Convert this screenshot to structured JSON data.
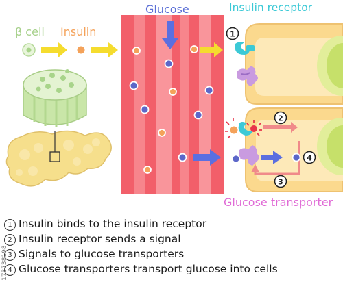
{
  "labels": {
    "beta_cell": "β cell",
    "insulin": "Insulin",
    "glucose": "Glucose",
    "insulin_receptor": "Insulin receptor",
    "glucose_transporter": "Glucose transporter"
  },
  "step_markers": [
    "1",
    "2",
    "3",
    "4"
  ],
  "legend": [
    {
      "num": "1",
      "text": "Insulin binds to the insulin receptor"
    },
    {
      "num": "2",
      "text": "Insulin receptor sends a signal"
    },
    {
      "num": "3",
      "text": "Signals to glucose transporters"
    },
    {
      "num": "4",
      "text": "Glucose transporters transport glucose into cells"
    }
  ],
  "watermark": "173738198",
  "colors": {
    "beta_cell_label": "#a6d08a",
    "insulin_label": "#f4a25a",
    "glucose_label": "#5b6fd6",
    "receptor_label": "#3cc9d6",
    "transporter_label": "#e06bd6",
    "vessel": "#f25f6a",
    "vessel_light": "#fb9aa0",
    "insulin_particle": "#f4a25a",
    "glucose_particle": "#5c67c9",
    "arrow_yellow": "#f5dc2e",
    "arrow_blue": "#5b6fe0",
    "arrow_pink": "#f08a8a",
    "cell_fill": "#fbd98e",
    "nucleus": "#c6e06a",
    "pancreas": "#f6df8c"
  }
}
